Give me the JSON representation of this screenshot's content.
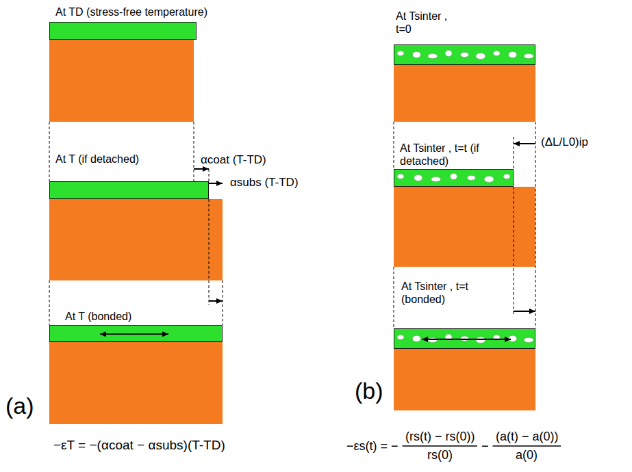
{
  "diagram": {
    "nodes": [
      {
        "text": [
          "At TD (stress-free temperature)"
        ]
      },
      {
        "text": [
          "At T (if detached)"
        ]
      },
      {
        "text": [
          "At T (bonded)"
        ]
      },
      {
        "text": [
          "At Tsinter , t=0"
        ]
      },
      {
        "text": [
          "At Tsinter , t=t (if detached)"
        ]
      },
      {
        "text": [
          "At Tsinter , t=t (bonded)"
        ]
      }
    ],
    "labels": [
      "αcoat (T-TD)",
      "αsubs (T-TD)",
      "(a)",
      "−εT = −(αcoat − αsubs)(T-TD)",
      "(ΔL/L0)ip",
      "(b)",
      "−εs(t) = −",
      "(rs(t) − rs(0))",
      "rs(0)",
      "−",
      "(a(t) − a(0))",
      "a(0)"
    ]
  }
}
